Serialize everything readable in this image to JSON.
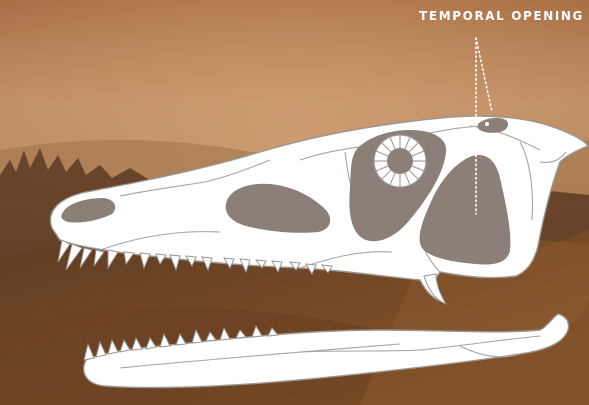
{
  "diagram": {
    "subject": "reptile-skull-lateral-view",
    "annotations": [
      {
        "id": "temporal-opening",
        "label": "TEMPORAL OPENING"
      }
    ]
  },
  "colors": {
    "bone": "#ffffff",
    "bone_outline": "#9a9590",
    "fenestra": "#8c7f78",
    "callout_text": "#ffffff",
    "leader_dots": "#ffffff"
  },
  "background": {
    "description_type": "photo-texture",
    "tones": [
      "#b8875b",
      "#8a5a33",
      "#5b3a22"
    ]
  }
}
